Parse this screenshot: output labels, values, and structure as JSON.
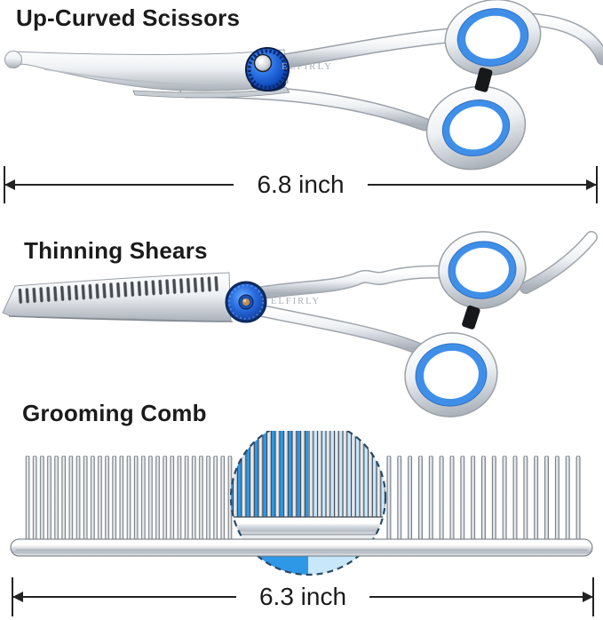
{
  "products": [
    {
      "id": "up-curved-scissors",
      "title": "Up-Curved Scissors",
      "brand_engraving": "ELFIRLY",
      "measurement": "6.8 inch"
    },
    {
      "id": "thinning-shears",
      "title": "Thinning Shears",
      "brand_engraving": "ELFIRLY"
    },
    {
      "id": "grooming-comb",
      "title": "Grooming Comb",
      "measurement": "6.3 inch"
    }
  ],
  "colors": {
    "background": "#ffffff",
    "label_text": "#1b1b1b",
    "measure_line": "#222222",
    "ring_blue": "#3f8fe8",
    "knob_blue": "#1b5fd6",
    "magnifier_left_blue": "#2e97e6",
    "magnifier_right_blue": "#c9e7fb"
  }
}
